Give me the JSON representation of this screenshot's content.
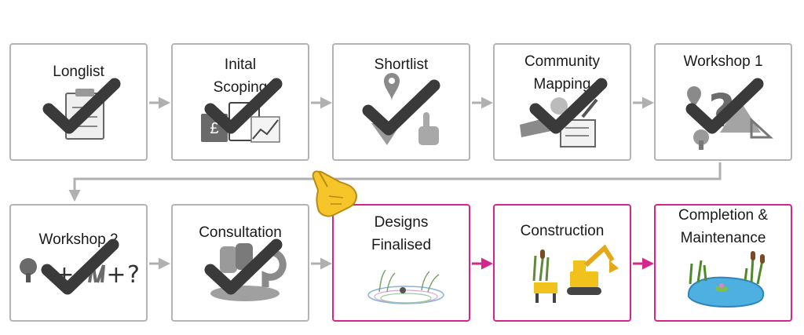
{
  "colors": {
    "done_border": "#b4b4b4",
    "pending_border": "#d4268c",
    "done_arrow": "#b0b0b0",
    "pending_arrow": "#d4268c",
    "check": "#3a3a3a"
  },
  "steps": [
    {
      "label": "Longlist",
      "status": "complete",
      "icon": "checklist-icon"
    },
    {
      "label": "Inital\nScoping",
      "status": "complete",
      "icon": "budget-chart-icon"
    },
    {
      "label": "Shortlist",
      "status": "complete",
      "icon": "location-thumbs-up-icon"
    },
    {
      "label": "Community\nMapping",
      "status": "complete",
      "icon": "map-survey-icon"
    },
    {
      "label": "Workshop 1",
      "status": "complete",
      "icon": "shapes-question-icon"
    },
    {
      "label": "Workshop 2",
      "status": "complete",
      "icon": "tree-plus-question-icon"
    },
    {
      "label": "Consultation",
      "status": "complete",
      "icon": "feedback-icon"
    },
    {
      "label": "Designs\nFinalised",
      "status": "pending",
      "icon": "pond-sketch-icon"
    },
    {
      "label": "Construction",
      "status": "pending",
      "icon": "excavator-icon"
    },
    {
      "label": "Completion &\nMaintenance",
      "status": "pending",
      "icon": "finished-pond-icon"
    }
  ],
  "pointer": {
    "icon": "pointing-hand-icon"
  }
}
